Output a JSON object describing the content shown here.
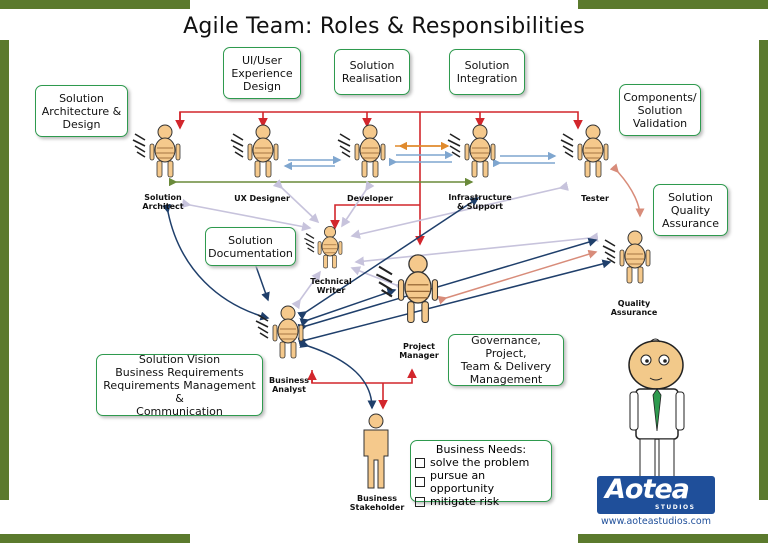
{
  "title": "Agile Team: Roles & Responsibilities",
  "colors": {
    "frame": "#5b7a2d",
    "box_border": "#2e9a4e",
    "arrow_red": "#d2262c",
    "arrow_navy": "#1f3f6b",
    "arrow_lilac": "#c7c3dc",
    "arrow_blue": "#7fa6cf",
    "arrow_green": "#6a8a3a",
    "arrow_orange": "#e08a2c",
    "arrow_salmon": "#d88c7a",
    "figure_fill": "#f5c98c"
  },
  "boxes": {
    "solution_architecture": "Solution\nArchitecture &\nDesign",
    "ux_design": "UI/User\nExperience\nDesign",
    "solution_realisation": "Solution\nRealisation",
    "solution_integration": "Solution\nIntegration",
    "components_validation": "Components/\nSolution\nValidation",
    "solution_quality": "Solution\nQuality\nAssurance",
    "solution_documentation": "Solution\nDocumentation",
    "governance": "Governance, Project,\nTeam & Delivery\nManagement",
    "solution_vision": "Solution Vision\nBusiness Requirements\nRequirements Management &\nCommunication"
  },
  "roles": {
    "solution_architect": "Solution\nArchitect",
    "ux_designer": "UX Designer",
    "developer": "Developer",
    "infrastructure": "Infrastructure\n& Support",
    "tester": "Tester",
    "technical_writer": "Technical\nWriter",
    "quality_assurance": "Quality\nAssurance",
    "project_manager": "Project\nManager",
    "business_analyst": "Business\nAnalyst",
    "business_stakeholder": "Business\nStakeholder"
  },
  "business_needs": {
    "heading": "Business Needs:",
    "items": [
      "solve the problem",
      "pursue an opportunity",
      "mitigate risk"
    ]
  },
  "logo": {
    "name": "Aotea",
    "sub": "STUDIOS",
    "url": "www.aoteastudios.com"
  }
}
